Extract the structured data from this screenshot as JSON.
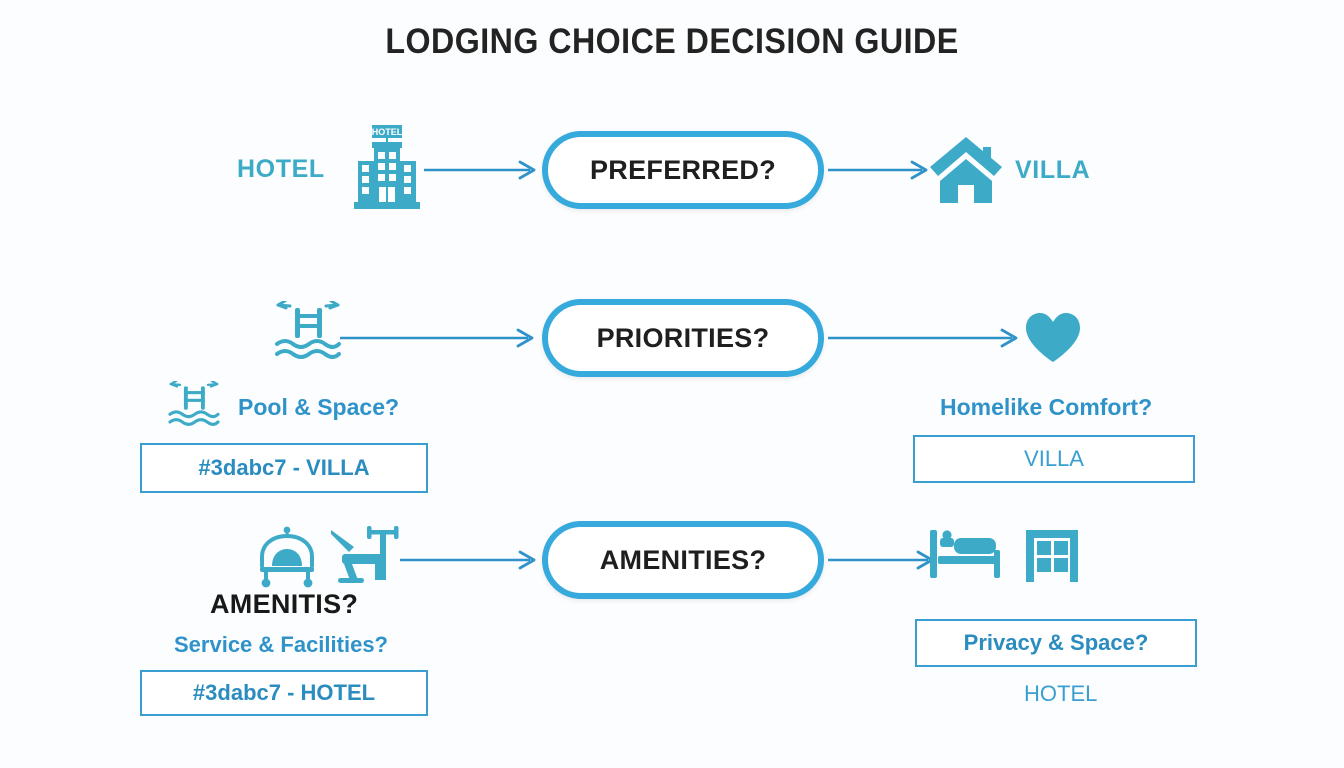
{
  "page": {
    "title": "LODGING CHOICE DECISION GUIDE",
    "background_color": "#fcfdfe",
    "accent_color": "#3dabc7",
    "pill_border_color": "#36a9dd",
    "text_dark": "#1f1f1f"
  },
  "rows": [
    {
      "id": "row-preferred",
      "left_label": "HOTEL",
      "left_icon": "hotel-building-icon",
      "left_icon_sign": "HOTEL",
      "decision": "PREFERRED?",
      "right_icon": "house-icon",
      "right_label": "VILLA"
    },
    {
      "id": "row-priorities",
      "left_icon": "swimming-pool-icon",
      "decision": "PRIORITIES?",
      "right_icon": "heart-icon",
      "left_question": "Pool & Space?",
      "left_question_icon": "swimming-pool-icon",
      "left_outcome": "#3dabc7 - VILLA",
      "right_question": "Homelike Comfort?",
      "right_outcome": "VILLA"
    },
    {
      "id": "row-amenities",
      "left_icon_a": "luggage-cart-icon",
      "left_icon_b": "gym-bench-icon",
      "decision": "AMENITIES?",
      "right_icon_a": "bed-icon",
      "right_icon_b": "window-icon",
      "left_heading": "AMENITIS?",
      "left_question": "Service & Facilities?",
      "left_outcome": "#3dabc7 - HOTEL",
      "right_question": "Privacy & Space?",
      "right_outcome": "HOTEL"
    }
  ]
}
